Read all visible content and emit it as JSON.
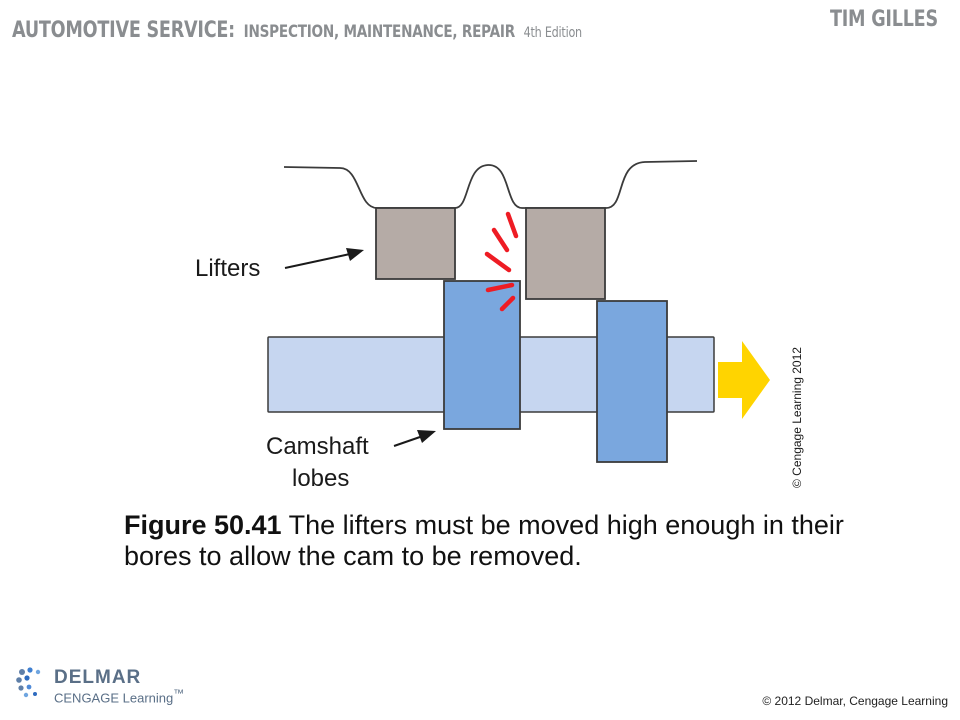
{
  "header": {
    "title_main": "AUTOMOTIVE SERVICE:",
    "title_sub": "INSPECTION, MAINTENANCE, REPAIR",
    "edition": "4th Edition",
    "author": "TIM GILLES"
  },
  "diagram": {
    "labels": {
      "lifters": "Lifters",
      "camshaft_line1": "Camshaft",
      "camshaft_line2": "lobes"
    },
    "image_credit": "© Cengage Learning 2012",
    "colors": {
      "lifter": "#b5aba6",
      "lobe": "#7aa7de",
      "shaft": "#c6d6f0",
      "arrow": "#ffd400",
      "contact": "#ee1c24"
    }
  },
  "caption": {
    "label": "Figure 50.41",
    "text": "The lifters must be moved high enough in their bores to allow the cam to be removed."
  },
  "footer": {
    "logo_name": "DELMAR",
    "logo_sub": "CENGAGE Learning",
    "logo_trademark": "™",
    "copyright": "© 2012 Delmar, Cengage Learning"
  }
}
